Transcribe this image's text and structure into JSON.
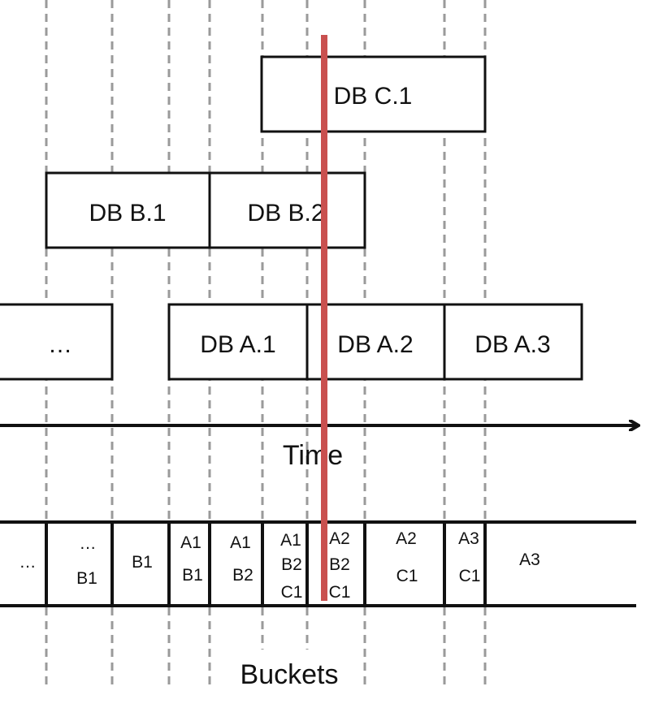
{
  "databases": {
    "c1": "DB C.1",
    "b1": "DB B.1",
    "b2": "DB B.2",
    "a_prev": "…",
    "a1": "DB A.1",
    "a2": "DB A.2",
    "a3": "DB A.3"
  },
  "time_axis": {
    "label": "Time"
  },
  "buckets": {
    "title": "Buckets",
    "cells": [
      {
        "lines": [
          "…"
        ]
      },
      {
        "lines": [
          "…",
          "B1"
        ]
      },
      {
        "lines": [
          "B1"
        ]
      },
      {
        "lines": [
          "A1",
          "B1"
        ]
      },
      {
        "lines": [
          "A1",
          "B2"
        ]
      },
      {
        "lines": [
          "A1",
          "B2",
          "C1"
        ]
      },
      {
        "lines": [
          "A2",
          "B2",
          "C1"
        ]
      },
      {
        "lines": [
          "A2",
          "C1"
        ]
      },
      {
        "lines": [
          "A3",
          "C1"
        ]
      },
      {
        "lines": [
          "A3"
        ]
      }
    ]
  },
  "colors": {
    "current_time_marker": "#c9504f",
    "guide_lines": "#9a9a9a",
    "stroke": "#111111"
  }
}
